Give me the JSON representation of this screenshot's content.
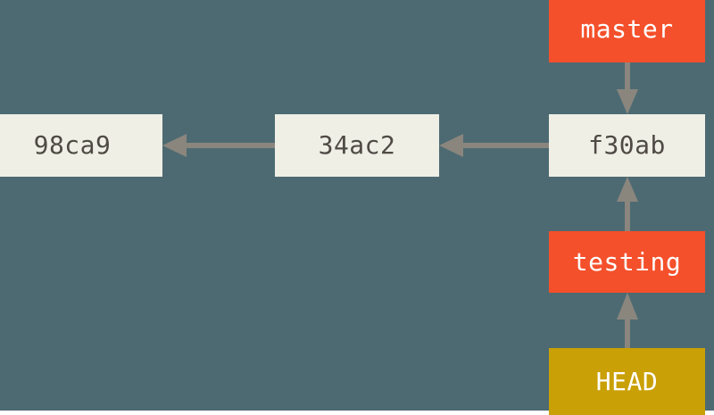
{
  "diagram": {
    "title": "git-branch-pointer-diagram",
    "background_color": "#4d6a72",
    "colors": {
      "background": "#4d6a72",
      "commit": "#efefe6",
      "commit_text": "#4f4a44",
      "branch": "#f4502b",
      "branch_text": "#ffffff",
      "head": "#c9a005",
      "head_text": "#ffffff",
      "arrow": "#8a867e"
    },
    "commits": [
      {
        "id": "c1",
        "label": "98ca9"
      },
      {
        "id": "c2",
        "label": "34ac2"
      },
      {
        "id": "c3",
        "label": "f30ab"
      }
    ],
    "branches": [
      {
        "id": "master",
        "label": "master"
      },
      {
        "id": "testing",
        "label": "testing"
      }
    ],
    "pointer": {
      "id": "head",
      "label": "HEAD"
    },
    "edges": [
      {
        "id": "e1",
        "from": "34ac2",
        "to": "98ca9",
        "direction": "left"
      },
      {
        "id": "e2",
        "from": "f30ab",
        "to": "34ac2",
        "direction": "left"
      },
      {
        "id": "e3",
        "from": "master",
        "to": "f30ab",
        "direction": "down"
      },
      {
        "id": "e4",
        "from": "testing",
        "to": "f30ab",
        "direction": "up"
      },
      {
        "id": "e5",
        "from": "head",
        "to": "testing",
        "direction": "up"
      }
    ]
  }
}
